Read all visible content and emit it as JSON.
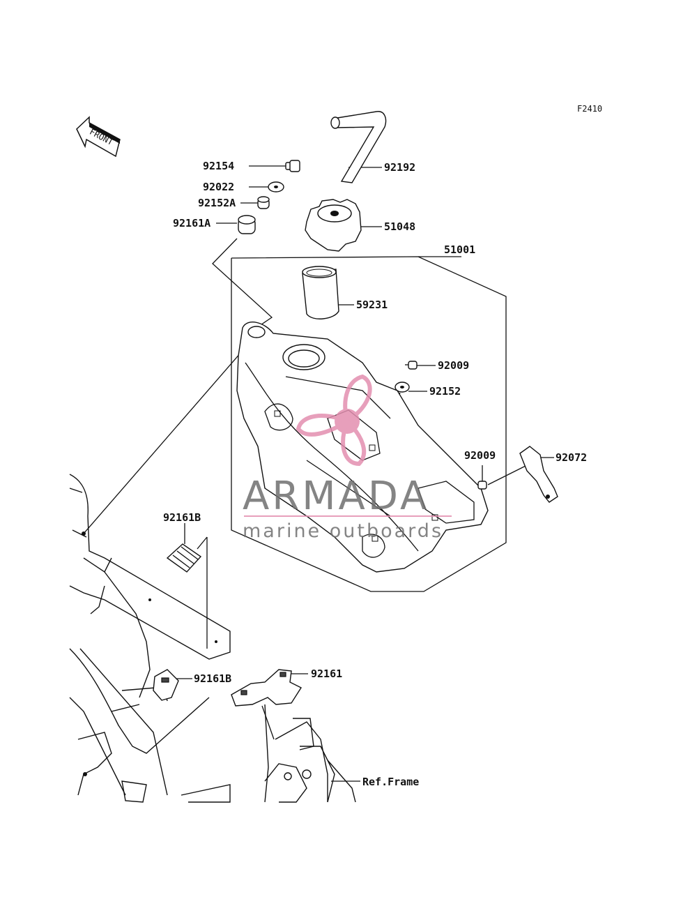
{
  "figure_code": "F2410",
  "front_label": "FRONT",
  "ref_frame_label": "Ref.Frame",
  "watermark": {
    "brand": "ARMADA",
    "tagline": "marine outboards",
    "color": "#e38fb0"
  },
  "part_labels": {
    "p92154": "92154",
    "p92022": "92022",
    "p92152A": "92152A",
    "p92161A": "92161A",
    "p92192": "92192",
    "p51048": "51048",
    "p51001": "51001",
    "p59231": "59231",
    "p92009a": "92009",
    "p92152": "92152",
    "p92009b": "92009",
    "p92072": "92072",
    "p92161B_top": "92161B",
    "p92161B_bot": "92161B",
    "p92161": "92161"
  }
}
